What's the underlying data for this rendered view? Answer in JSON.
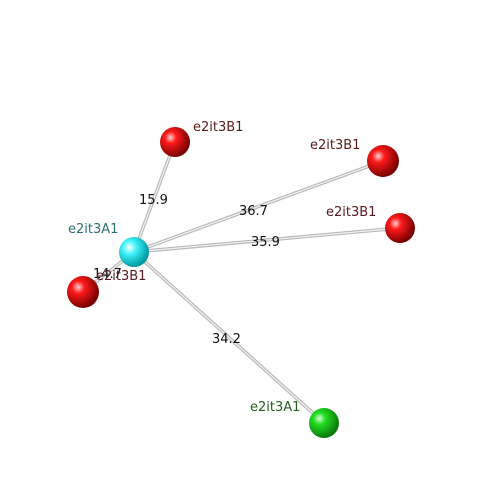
{
  "colors": {
    "edge": "#b8b8b8",
    "edge_highlight": "#f2f2f2",
    "center_node": "#00e0e8",
    "red_node": "#e00000",
    "green_node": "#10d010",
    "center_label": "#2f6f74",
    "red_label": "#5a1a1a",
    "green_label": "#1f5f1f"
  },
  "nodes": {
    "center": {
      "label": "e2it3A1",
      "kind": "center"
    },
    "red_top": {
      "label": "e2it3B1",
      "kind": "red"
    },
    "red_upper_right": {
      "label": "e2it3B1",
      "kind": "red"
    },
    "red_right": {
      "label": "e2it3B1",
      "kind": "red"
    },
    "red_left": {
      "label": "e2it3B1",
      "kind": "red"
    },
    "green_bottom": {
      "label": "e2it3A1",
      "kind": "green"
    }
  },
  "edges": [
    {
      "to": "red_top",
      "distance": "15.9"
    },
    {
      "to": "red_upper_right",
      "distance": "36.7"
    },
    {
      "to": "red_right",
      "distance": "35.9"
    },
    {
      "to": "red_left",
      "distance": "14.7"
    },
    {
      "to": "green_bottom",
      "distance": "34.2"
    }
  ]
}
